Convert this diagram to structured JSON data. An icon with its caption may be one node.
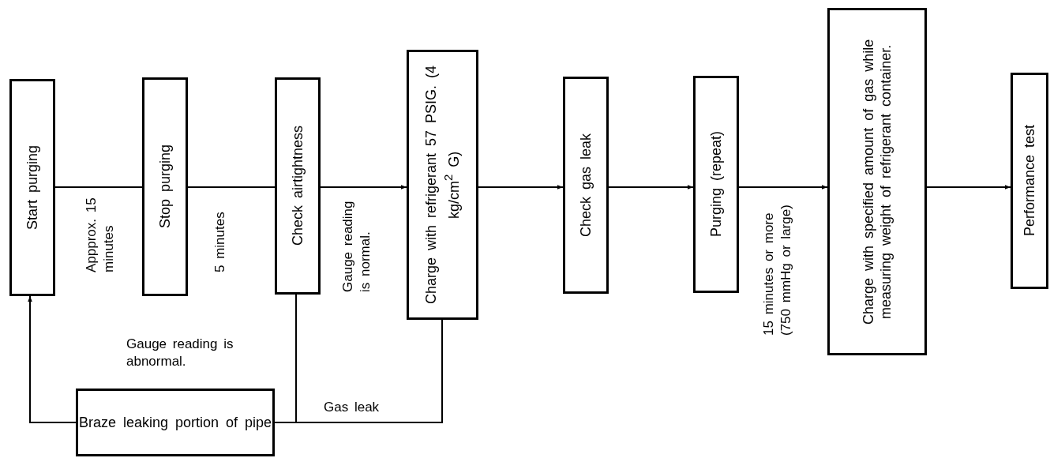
{
  "diagram": {
    "nodes": [
      {
        "text": [
          "Start purging"
        ]
      },
      {
        "text": [
          "Stop purging"
        ]
      },
      {
        "text": [
          "Check airtightness"
        ]
      },
      {
        "text": [
          "Charge with refrigerant 57 PSIG. (4 kg/cm$^{2}$ G)"
        ]
      },
      {
        "text": [
          "Check gas leak"
        ]
      },
      {
        "text": [
          "Purging (repeat)"
        ]
      },
      {
        "text": [
          "Charge with specified amount of gas while measuring weight of refrigerant container."
        ]
      },
      {
        "text": [
          "Performance test"
        ]
      },
      {
        "text": [
          "Braze leaking portion of pipe"
        ]
      }
    ],
    "edges": [
      {
        "from": 0,
        "to": 1,
        "arrow": "none",
        "label": "Appprox. 15 minutes"
      },
      {
        "from": 1,
        "to": 2,
        "arrow": "none",
        "label": "5 minutes"
      },
      {
        "from": 2,
        "to": 3,
        "arrow": "to",
        "label": "Gauge reading is normal."
      },
      {
        "from": 3,
        "to": 4,
        "arrow": "to"
      },
      {
        "from": 4,
        "to": 5,
        "arrow": "to"
      },
      {
        "from": 5,
        "to": 6,
        "arrow": "to",
        "label": "15 minutes or more (750 mmHg or large)"
      },
      {
        "from": 6,
        "to": 7,
        "arrow": "to"
      },
      {
        "from": 2,
        "to": 8,
        "arrow": "none",
        "label": "Gauge reading is abnormal."
      },
      {
        "from": 3,
        "to": 8,
        "arrow": "none",
        "label": "Gas leak"
      },
      {
        "from": 8,
        "to": 0,
        "arrow": "to"
      }
    ]
  }
}
